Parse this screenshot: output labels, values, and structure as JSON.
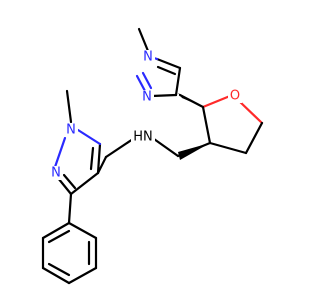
{
  "molecule": {
    "atoms": [
      {
        "id": "n_methyl_top",
        "symbol": "N",
        "label": "N",
        "color": "#2a2aff"
      },
      {
        "id": "n_top",
        "symbol": "N",
        "label": "N",
        "color": "#2a2aff"
      },
      {
        "id": "o_ring",
        "symbol": "O",
        "label": "O",
        "color": "#ff2a2a"
      },
      {
        "id": "amine",
        "symbol": "NH",
        "label": "HN",
        "color": "#000000"
      },
      {
        "id": "n_methyl_left",
        "symbol": "N",
        "label": "N",
        "color": "#2a2aff"
      },
      {
        "id": "n_left",
        "symbol": "N",
        "label": "N",
        "color": "#2a2aff"
      }
    ],
    "colors": {
      "carbon_bond": "#000000",
      "nitrogen": "#2a2aff",
      "oxygen": "#ff2a2a",
      "background": "#ffffff"
    }
  }
}
